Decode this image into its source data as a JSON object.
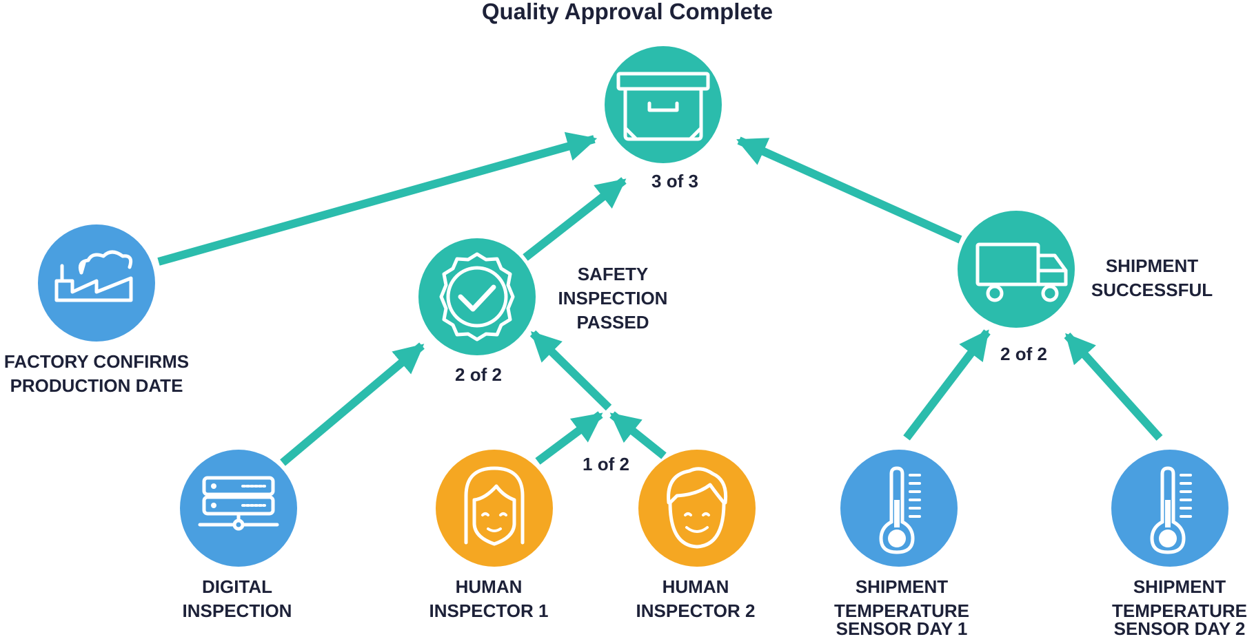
{
  "title": "Quality Approval Complete",
  "colors": {
    "arrow": "#2bbcac",
    "teal": "#2bbcac",
    "blue": "#4a9fe0",
    "orange": "#f5a722",
    "text": "#1d2138"
  },
  "nodes": {
    "root": {
      "icon": "archive-box-icon",
      "count": "3 of 3"
    },
    "factory": {
      "icon": "factory-icon",
      "label_1": "FACTORY CONFIRMS",
      "label_2": "PRODUCTION DATE"
    },
    "safety": {
      "icon": "badge-check-icon",
      "label_1": "SAFETY",
      "label_2": "INSPECTION",
      "label_3": "PASSED",
      "count": "2 of 2"
    },
    "shipment": {
      "icon": "truck-icon",
      "label_1": "SHIPMENT",
      "label_2": "SUCCESSFUL",
      "count": "2 of 2"
    },
    "human_group": {
      "count": "1 of 2"
    },
    "digital": {
      "icon": "server-icon",
      "label_1": "DIGITAL",
      "label_2": "INSPECTION"
    },
    "human1": {
      "icon": "girl-face-icon",
      "label_1": "HUMAN",
      "label_2": "INSPECTOR 1"
    },
    "human2": {
      "icon": "boy-face-icon",
      "label_1": "HUMAN",
      "label_2": "INSPECTOR 2"
    },
    "sensor1": {
      "icon": "thermometer-icon",
      "label_1": "SHIPMENT",
      "label_2": "TEMPERATURE",
      "label_3": "SENSOR DAY 1"
    },
    "sensor2": {
      "icon": "thermometer-icon",
      "label_1": "SHIPMENT",
      "label_2": "TEMPERATURE",
      "label_3": "SENSOR DAY 2"
    }
  }
}
